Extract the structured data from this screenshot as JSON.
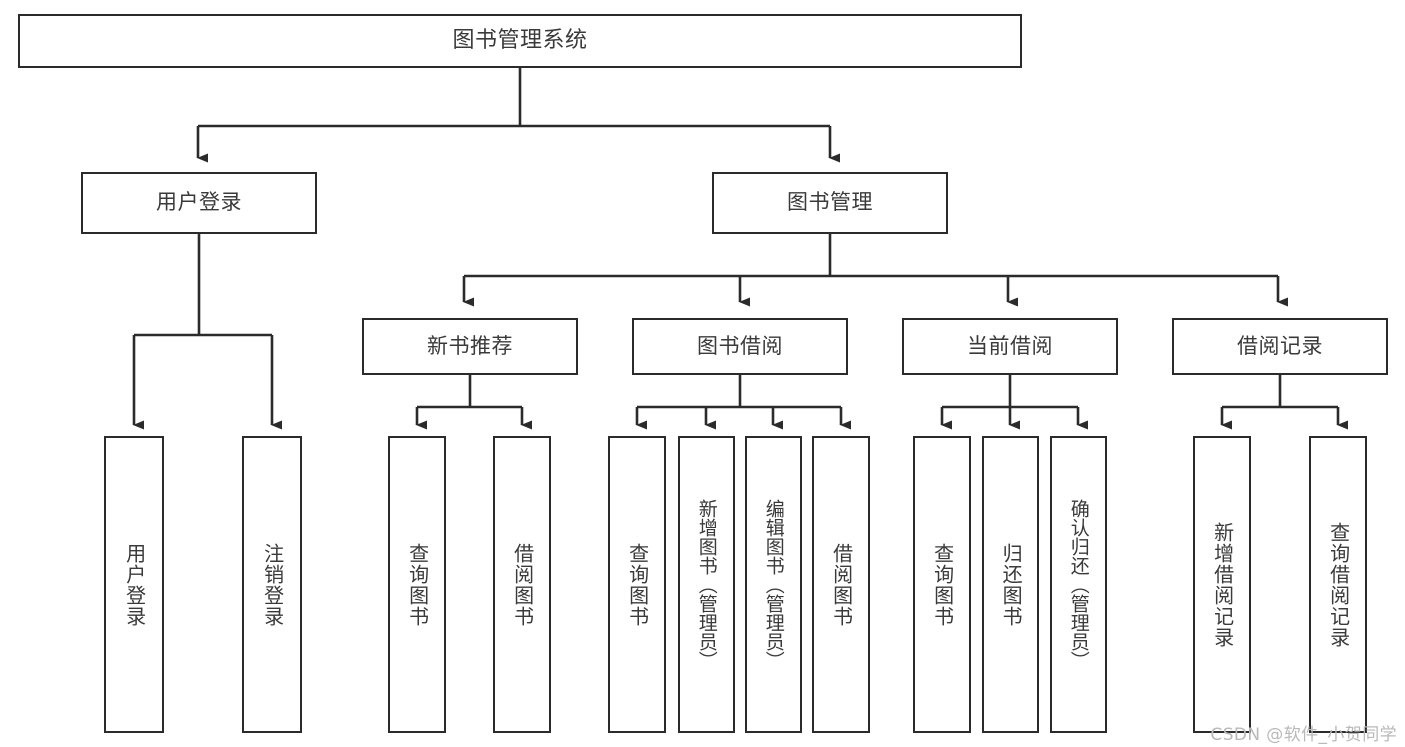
{
  "diagram": {
    "title": "图书管理系统",
    "type": "tree-hierarchy-chart",
    "watermark": "CSDN @软件_小贺同学",
    "colors": {
      "box_border": "#2b2b2b",
      "box_fill": "#ffffff",
      "text": "#3a3a3a",
      "connector": "#2b2b2b",
      "watermark": "#b9b9b9",
      "background": "#ffffff"
    },
    "nodes": {
      "root": {
        "label": "图书管理系统"
      },
      "level1": [
        {
          "label": "用户登录"
        },
        {
          "label": "图书管理"
        }
      ],
      "level2": [
        {
          "label": "新书推荐"
        },
        {
          "label": "图书借阅"
        },
        {
          "label": "当前借阅"
        },
        {
          "label": "借阅记录"
        }
      ],
      "leaves_user_login": [
        {
          "label": "用户登录"
        },
        {
          "label": "注销登录"
        }
      ],
      "leaves_new_book": [
        {
          "label": "查询图书"
        },
        {
          "label": "借阅图书"
        }
      ],
      "leaves_borrow": [
        {
          "label": "查询图书"
        },
        {
          "label": "新增图书（管理员）"
        },
        {
          "label": "编辑图书（管理员）"
        },
        {
          "label": "借阅图书"
        }
      ],
      "leaves_current": [
        {
          "label": "查询图书"
        },
        {
          "label": "归还图书"
        },
        {
          "label": "确认归还（管理员）"
        }
      ],
      "leaves_records": [
        {
          "label": "新增借阅记录"
        },
        {
          "label": "查询借阅记录"
        }
      ]
    }
  }
}
